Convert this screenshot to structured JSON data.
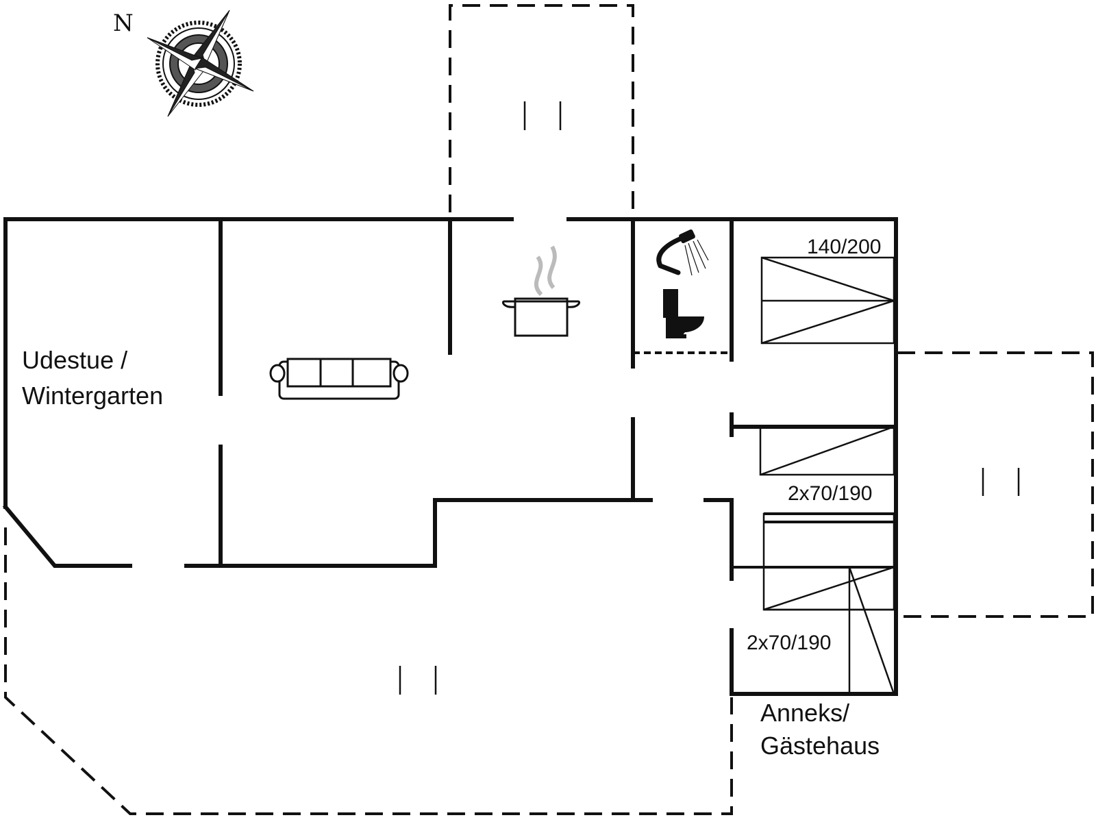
{
  "compass": {
    "north_label": "N",
    "icon": "compass-rose-icon"
  },
  "rooms": {
    "udestue": {
      "line1": "Udestue /",
      "line2": "Wintergarten"
    },
    "anneks": {
      "line1": "Anneks/",
      "line2": "Gästehaus"
    }
  },
  "beds": {
    "bed1": "140/200",
    "bed2": "2x70/190",
    "bed3": "2x70/190"
  },
  "icons": {
    "kitchen": "cooking-pot-icon",
    "sofa": "sofa-icon",
    "shower": "shower-icon",
    "toilet": "toilet-icon",
    "terrace": "terrace-marker-icon"
  }
}
